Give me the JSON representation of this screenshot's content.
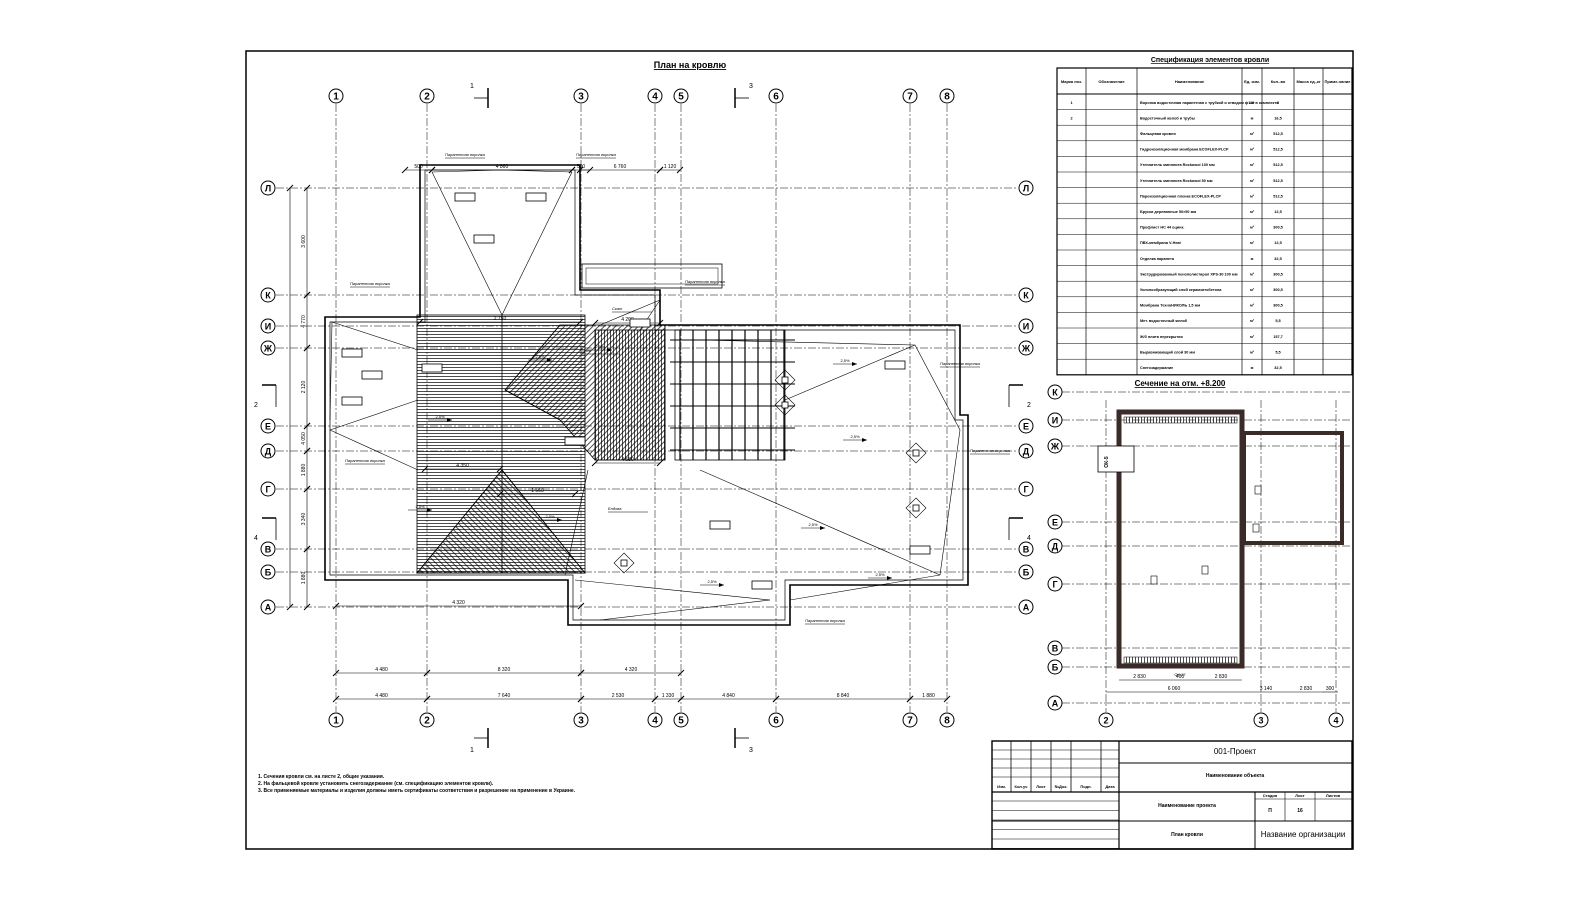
{
  "drawing": {
    "title": "План на кровлю",
    "section_title": "Сечение на отм. +8.200",
    "spec_title": "Спецификация элементов кровли"
  },
  "axes_columns": [
    "1",
    "2",
    "3",
    "4",
    "5",
    "6",
    "7",
    "8"
  ],
  "axes_rows": [
    "Л",
    "К",
    "И",
    "Ж",
    "Е",
    "Д",
    "Г",
    "В",
    "Б",
    "А"
  ],
  "section_cut_labels": [
    "1",
    "3",
    "2",
    "4"
  ],
  "dims_bottom_1": [
    "4 480",
    "8 320",
    "4 320"
  ],
  "dims_bottom_2": [
    "4 480",
    "7 640",
    "2 530",
    "1 330",
    "4 840",
    "8 840",
    "1 880"
  ],
  "dims_left": [
    "3 600",
    "4 770",
    "2 120",
    "4 050",
    "1 880",
    "3 340",
    "1 880"
  ],
  "dims_top": [
    "500",
    "4 860",
    "500",
    "6 760",
    "1 120"
  ],
  "dims_mid": [
    "4 320",
    "4 200",
    "4 580",
    "4 350",
    "1 560",
    "2 750"
  ],
  "slopes": [
    "2,5%",
    "2,5%",
    "2,5%",
    "2,5%",
    "2,5%",
    "2,5%",
    "2,5%",
    "2,5%",
    "2,5%",
    "2,5%"
  ],
  "callouts": [
    "Парапетная воронка",
    "Парапетная воронка",
    "Парапетная воронка",
    "Парапетная воронка",
    "Парапетная воронка",
    "Парапетная воронка",
    "Парапетная воронка",
    "Парапетная воронка",
    "Ендова",
    "Конёк",
    "Скат"
  ],
  "spec": {
    "headers": [
      "Марка поз.",
      "Обозначение",
      "Наименование",
      "Ед. изм.",
      "Кол.-во",
      "Масса ед.,кг",
      "Приме-чание"
    ],
    "rows": [
      [
        "1",
        "",
        "Воронка водосточная парапетная с трубкой и отводом ф110 в комплекте",
        "шт",
        "8",
        "",
        ""
      ],
      [
        "2",
        "",
        "Водосточный желоб и трубы",
        "м",
        "16,5",
        "",
        ""
      ],
      [
        "",
        "",
        "Фальцевая кровля",
        "м²",
        "512,5",
        "",
        ""
      ],
      [
        "",
        "",
        "Гидроизоляционная мембрана ECOFLEX-PLCP",
        "м²",
        "512,5",
        "",
        ""
      ],
      [
        "",
        "",
        "Утеплитель минплита Rockwool 100 мм",
        "м²",
        "512,5",
        "",
        ""
      ],
      [
        "",
        "",
        "Утеплитель минплита Rockwool 50 мм",
        "м²",
        "512,5",
        "",
        ""
      ],
      [
        "",
        "",
        "Пароизоляционная пленка ECOFLEX-PLCP",
        "м²",
        "512,5",
        "",
        ""
      ],
      [
        "",
        "",
        "Бруски деревянные 50×50 мм",
        "м²",
        "12,5",
        "",
        ""
      ],
      [
        "",
        "",
        "Профлист НС 44 оцинк.",
        "м²",
        "300,5",
        "",
        ""
      ],
      [
        "",
        "",
        "ПВХ-мембрана V-Heat",
        "м²",
        "12,5",
        "",
        ""
      ],
      [
        "",
        "",
        "Отделка парапета",
        "м",
        "32,5",
        "",
        ""
      ],
      [
        "",
        "",
        "Экструдированный пенополистирол XPS-30 100 мм",
        "м²",
        "300,5",
        "",
        ""
      ],
      [
        "",
        "",
        "Уклонообразующий слой керамзитобетона",
        "м²",
        "300,5",
        "",
        ""
      ],
      [
        "",
        "",
        "Мембрана ТехноНИКОЛЬ 1,5 мм",
        "м²",
        "300,5",
        "",
        ""
      ],
      [
        "",
        "",
        "Мет. водосточный желоб",
        "м²",
        "5,5",
        "",
        ""
      ],
      [
        "",
        "",
        "Ж/б плита перекрытия",
        "м²",
        "157,7",
        "",
        ""
      ],
      [
        "",
        "",
        "Выравнивающий слой 30 мм",
        "м²",
        "5,5",
        "",
        ""
      ],
      [
        "",
        "",
        "Снегозадержание",
        "м",
        "32,5",
        "",
        ""
      ]
    ]
  },
  "section": {
    "rows": [
      "К",
      "И",
      "Ж",
      "Е",
      "Д",
      "Г",
      "В",
      "Б",
      "А"
    ],
    "cols": [
      "2",
      "3",
      "4"
    ],
    "dims": [
      "2 830",
      "400",
      "2 830",
      "6 060",
      "3 140",
      "2 830",
      "300"
    ],
    "label_box": "ОК-5",
    "label_bottom": "ОК-17"
  },
  "notes": [
    "1. Сечения кровли см. на листе 2, общие указания.",
    "2. На фальцевой кровле установить снегозадержание (см. спецификацию элементов кровли).",
    "3. Все применяемые материалы и изделия должны иметь сертификаты соответствия и разрешение на применение в Украине."
  ],
  "stamp": {
    "project_code": "001-Проект",
    "object_name": "Наименование объекта",
    "project_name": "Наименование проекта",
    "sheet_name": "План кровли",
    "org_name": "Название организации",
    "stage_h": "Стадия",
    "sheet_h": "Лист",
    "sheets_h": "Листов",
    "stage": "П",
    "sheet": "16",
    "sheets": "",
    "cols": [
      "Изм.",
      "Кол.уч",
      "Лист",
      "№Док.",
      "Подп.",
      "Дата"
    ]
  }
}
